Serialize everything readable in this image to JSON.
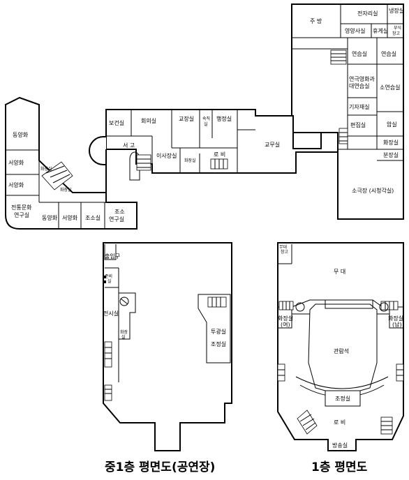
{
  "plan_top": {
    "rooms": {
      "kitchen": "주  방",
      "electrical": "전자리실",
      "freezer": "냉장실",
      "nutrition_office": "영양사실",
      "lounge": "휴게실",
      "food_storage_1": "부식",
      "food_storage_2": "창고",
      "practice_1": "연습실",
      "practice_2": "연습실",
      "drama_1": "연극영화과",
      "drama_2": "대연습실",
      "small_practice": "소연습실",
      "press_room": "기자재실",
      "editing": "편집실",
      "dark_room": "암실",
      "restroom_right": "화장실",
      "powder_room": "분장실",
      "small_theater": "소극장 (시청각실)",
      "staff_room": "교무실",
      "lobby": "로  비",
      "admin": "행정실",
      "principal": "교장실",
      "duty_1": "숙직",
      "duty_2": "실",
      "meeting": "회의실",
      "health": "보건실",
      "library": "서  고",
      "board": "이사장실",
      "restroom_mid": "화장실",
      "east_painting": "동양화",
      "west_1": "서양화",
      "west_2": "서양화",
      "restroom_left": "화장실",
      "restroom_left2": "화장실",
      "traditional_1": "전통문화",
      "traditional_2": "연구실",
      "east_painting_2": "동양화",
      "west_3": "서양화",
      "sculpture": "조소실",
      "sculpture_lab_1": "조소",
      "sculpture_lab_2": "연구실"
    }
  },
  "plan_left": {
    "rooms": {
      "entrance": "출입구",
      "storage_1": "준비",
      "storage_2": "실",
      "exhibition": "전시실",
      "restroom_1": "화장",
      "restroom_2": "실",
      "projection": "투광실",
      "control": "조정실"
    },
    "caption": "중1층 평면도(공연장)"
  },
  "plan_right": {
    "rooms": {
      "storage_1": "무대",
      "storage_2": "창고",
      "stage": "무  대",
      "restroom_f_1": "화장실",
      "restroom_f_2": "(여)",
      "restroom_m_1": "화장실",
      "restroom_m_2": "(남)",
      "audience": "관람석",
      "control": "조정실",
      "lobby": "로  비",
      "broadcast": "방송실"
    },
    "caption": "1층 평면도"
  }
}
